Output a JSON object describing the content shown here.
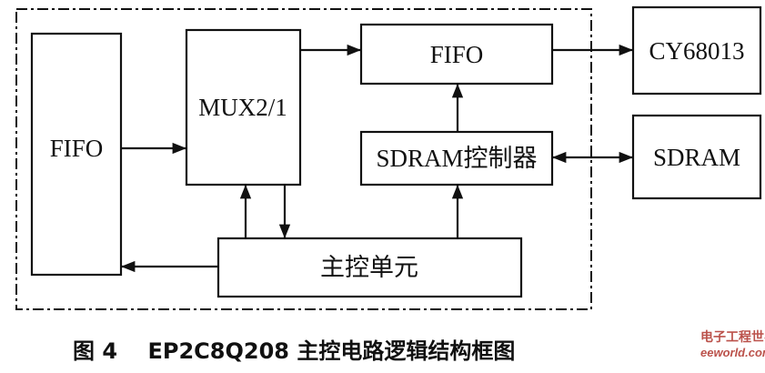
{
  "diagram": {
    "blocks": {
      "fifo_in": "FIFO",
      "mux": "MUX2/1",
      "fifo_out": "FIFO",
      "sdram_ctrl": "SDRAM控制器",
      "main_ctrl": "主控单元",
      "cy68013": "CY68013",
      "sdram": "SDRAM"
    },
    "caption": "图 4    EP2C8Q208 主控电路逻辑结构框图",
    "watermark": {
      "line1": "电子工程世界",
      "line2": "eeworld.com.cn"
    },
    "colors": {
      "ink": "#111111",
      "background": "#ffffff",
      "watermark": "#b0342c"
    }
  }
}
